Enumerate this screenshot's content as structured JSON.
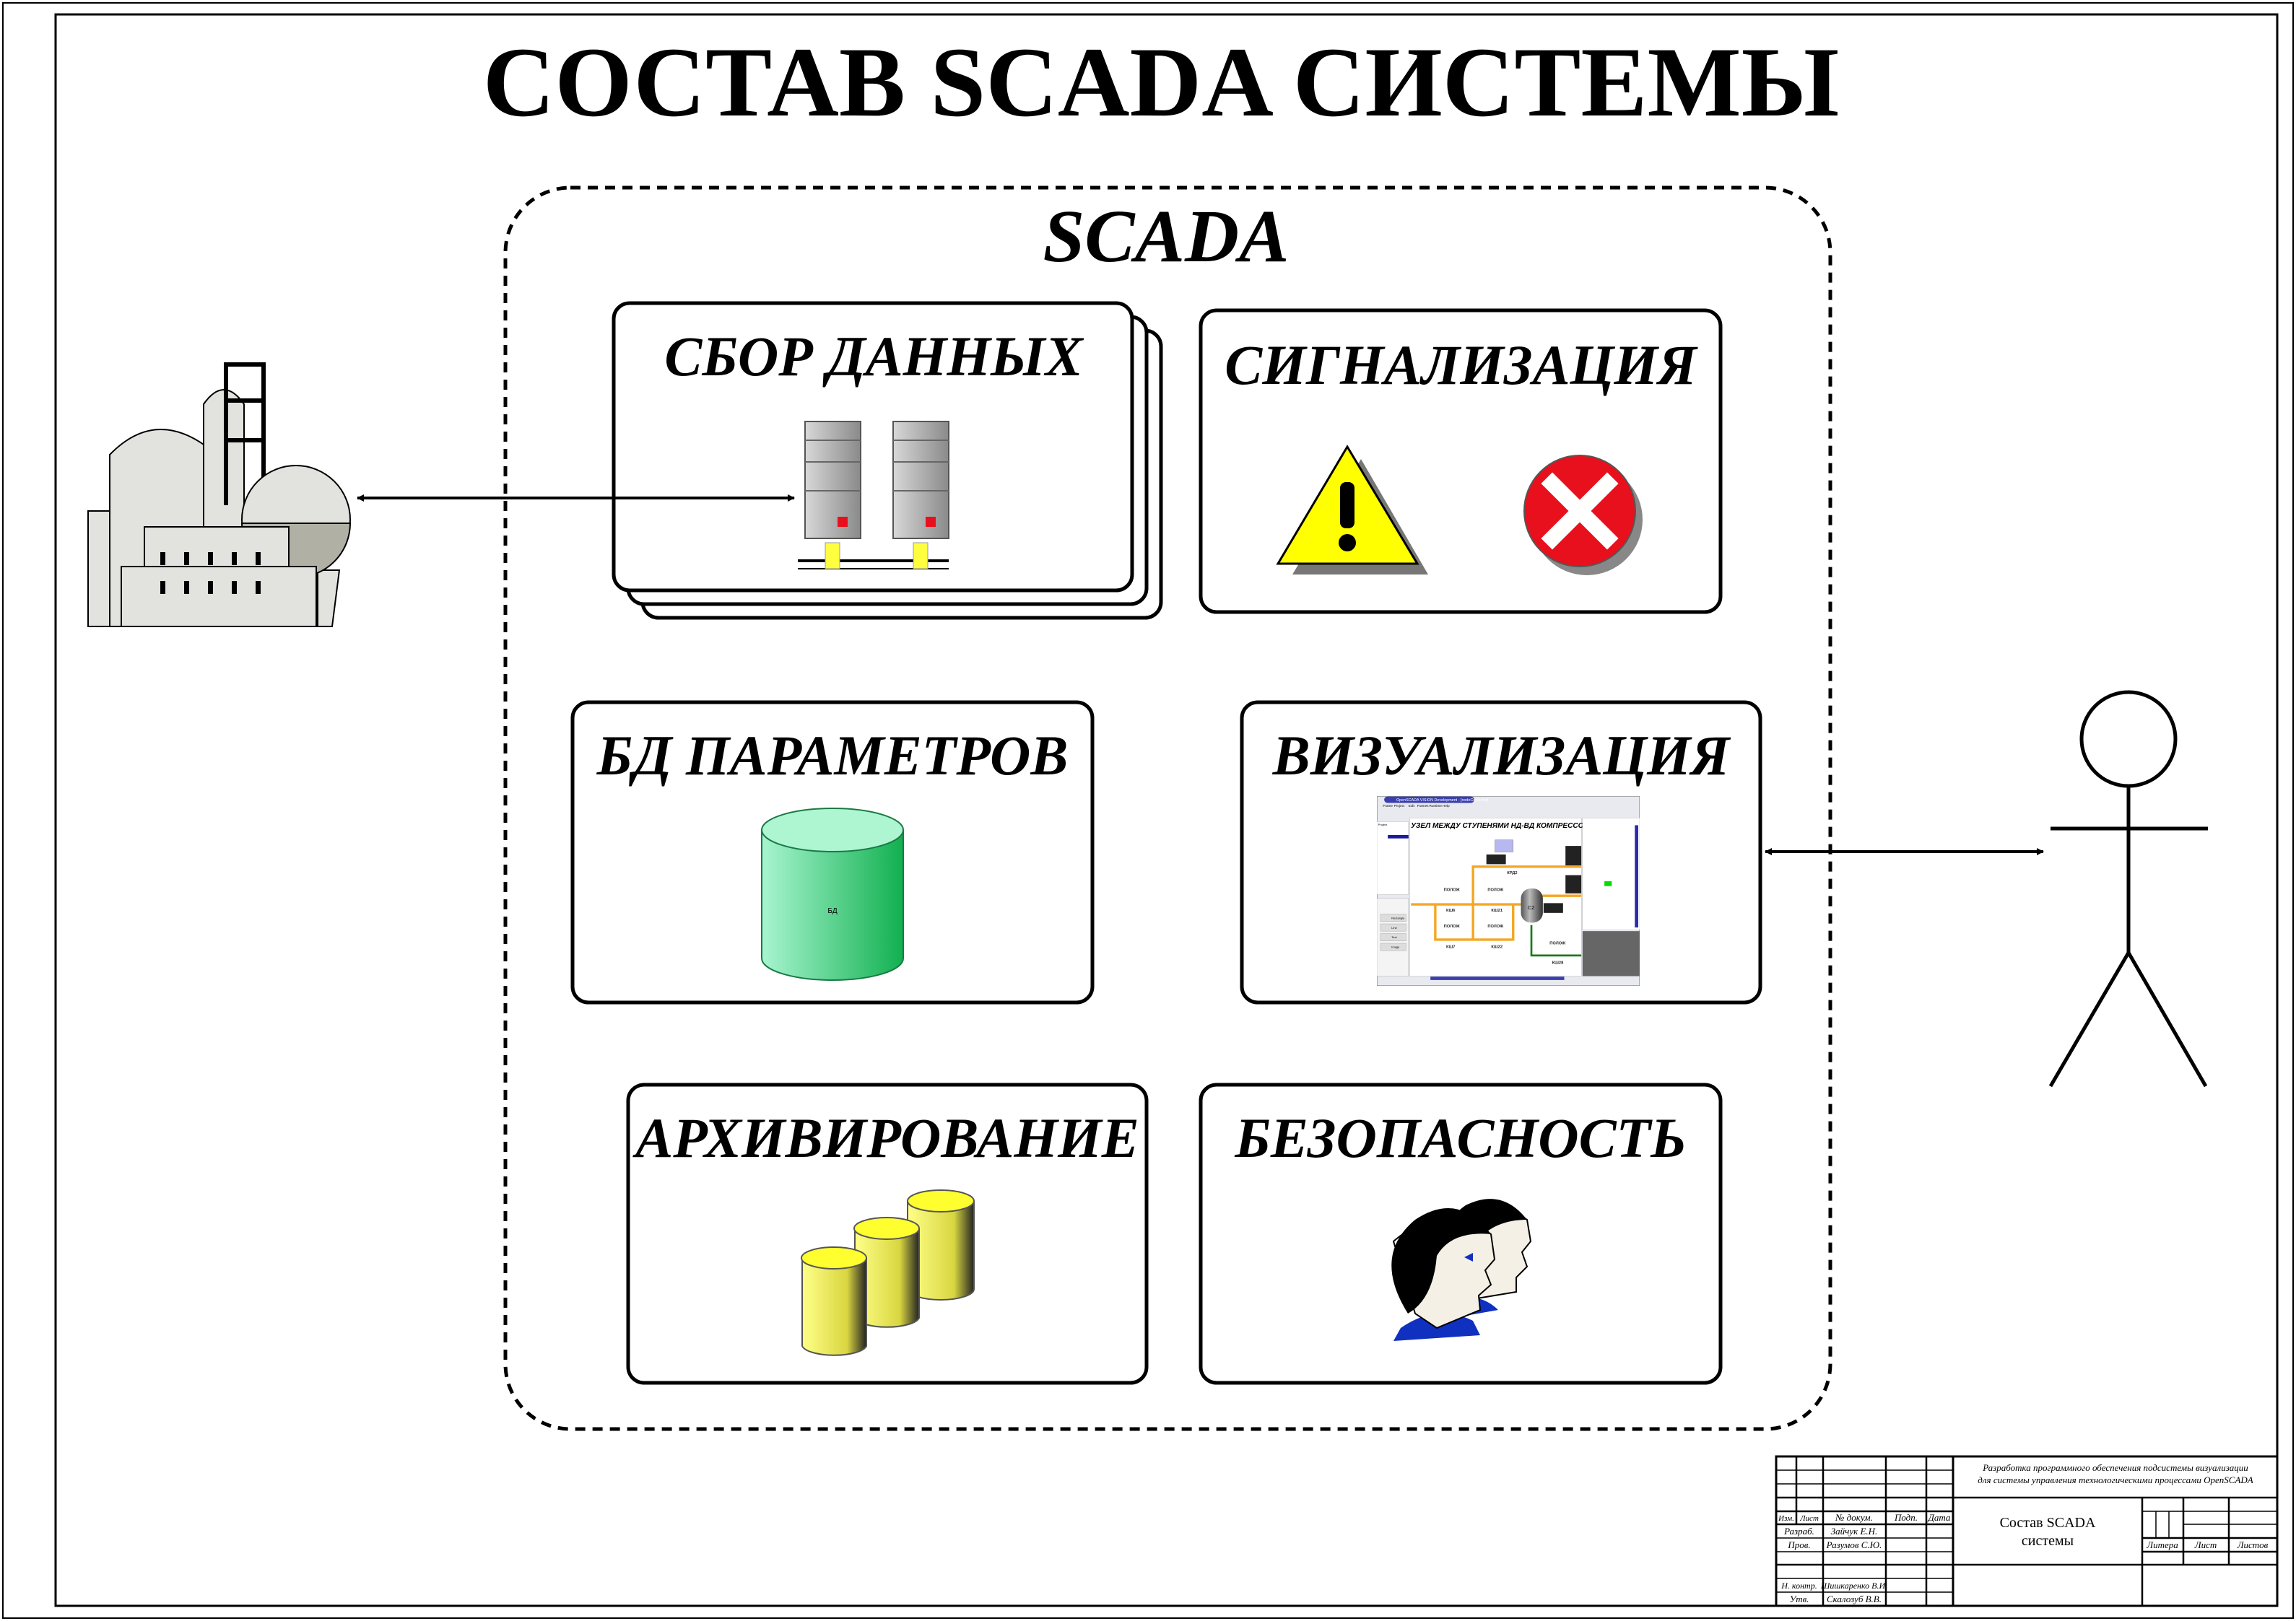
{
  "title": "СОСТАВ SCADA СИСТЕМЫ",
  "scada_label": "SCADA",
  "blocks": {
    "data_collection": "СБОР ДАННЫХ",
    "alarms": "СИГНАЛИЗАЦИЯ",
    "parameter_db": "БД ПАРАМЕТРОВ",
    "parameter_db_cylinder_label": "БД",
    "visualization": "ВИЗУАЛИЗАЦИЯ",
    "archiving": "АРХИВИРОВАНИЕ",
    "security": "БЕЗОПАСНОСТЬ"
  },
  "screenshot": {
    "window_title": "OpenSCADA VISION Development - [nodeComp.frm]",
    "menu": [
      "Frame",
      "Project",
      "Edit",
      "Frames",
      "Runtime",
      "Help"
    ],
    "heading": "УЗЕЛ МЕЖДУ СТУПЕНЯМИ НД-ВД КОМПРЕССОР",
    "valve_caption": "ПОЛОЖ",
    "valves": [
      "КШ6",
      "КШ21",
      "КШ7",
      "КШ22",
      "КШ28",
      "КРД2"
    ],
    "vessel": "C2",
    "panel_left": "Project",
    "widgets": [
      "Rectangle",
      "Line",
      "Text",
      "Image"
    ]
  },
  "colors": {
    "alarm_red": "#e8101c",
    "warning_yellow": "#ffff00",
    "db_green": "#2fc070",
    "archive_yellow": "#f2f25a",
    "pipe_orange": "#f5a623"
  },
  "title_block": {
    "project": "Разработка программного обеспечения подсистемы визуализации",
    "project2": "для системы управления технологическими процессами OpenSCADA",
    "headers": [
      "Изм.",
      "Лист",
      "№ докум.",
      "Подп.",
      "Дата"
    ],
    "rows": [
      {
        "role": "Разраб.",
        "name": "Зайчук Е.Н."
      },
      {
        "role": "Пров.",
        "name": "Разумов С.Ю."
      },
      {
        "role": "Н. контр.",
        "name": "Шишкаренко В.И."
      },
      {
        "role": "Утв.",
        "name": "Скалозуб В.В."
      }
    ],
    "doc_name_1": "Состав SCADA",
    "doc_name_2": "системы",
    "litera": "Литера",
    "sheet": "Лист",
    "sheets": "Листов"
  }
}
